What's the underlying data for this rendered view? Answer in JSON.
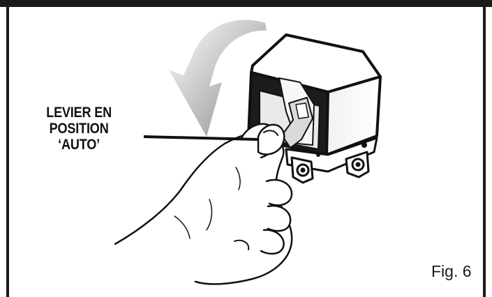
{
  "callout": {
    "line1": "LEVIER EN",
    "line2": "POSITION",
    "line3": "‘AUTO’"
  },
  "figure_label": "Fig. 6"
}
